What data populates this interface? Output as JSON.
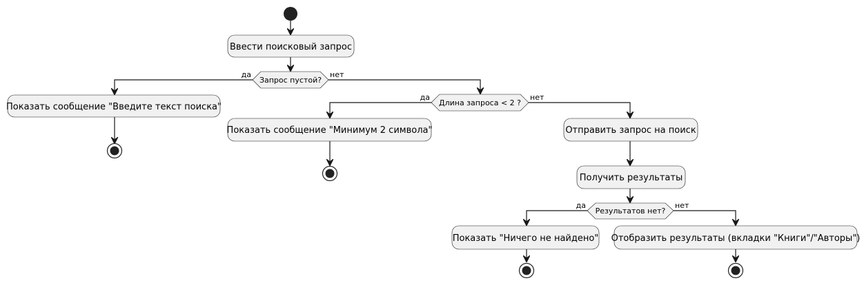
{
  "actions": {
    "enter_query": "Ввести поисковый запрос",
    "show_enter_text": "Показать сообщение \"Введите текст поиска\"",
    "show_min_chars": "Показать сообщение \"Минимум 2 символа\"",
    "send_query": "Отправить запрос на поиск",
    "get_results": "Получить результаты",
    "show_nothing_found": "Показать \"Ничего не найдено\"",
    "display_results": "Отобразить результаты (вкладки \"Книги\"/\"Авторы\")"
  },
  "decisions": {
    "query_empty": "Запрос пустой?",
    "query_length": "Длина запроса < 2 ?",
    "no_results": "Результатов нет?"
  },
  "branch_labels": {
    "yes": "да",
    "no": "нет"
  },
  "colors": {
    "node_fill": "#f1f1f1",
    "stroke": "#181818",
    "background": "#ffffff"
  }
}
